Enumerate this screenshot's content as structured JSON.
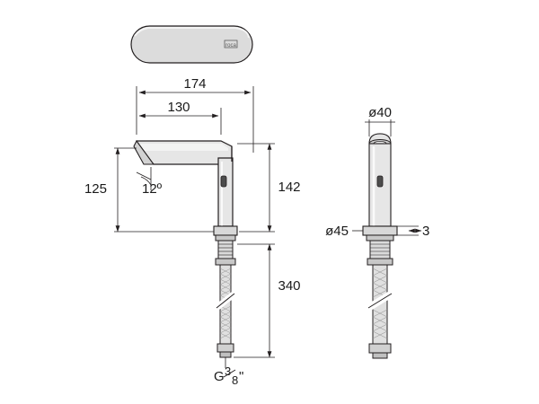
{
  "drawing": {
    "title": "technical-drawing-faucet",
    "background_color": "#ffffff",
    "line_color": "#231f20",
    "fill_light": "#e8e8e8",
    "fill_mid": "#cfcfcf",
    "dimensions": {
      "total_length_top": "174",
      "spout_reach": "130",
      "spout_height": "142",
      "inlet_height": "125",
      "angle": "12º",
      "hose_length": "340",
      "thread": "G",
      "thread_num": "3",
      "thread_den": "8",
      "thread_unit": "\"",
      "body_diameter": "ø40",
      "base_diameter": "ø45",
      "base_thickness": "3"
    }
  }
}
